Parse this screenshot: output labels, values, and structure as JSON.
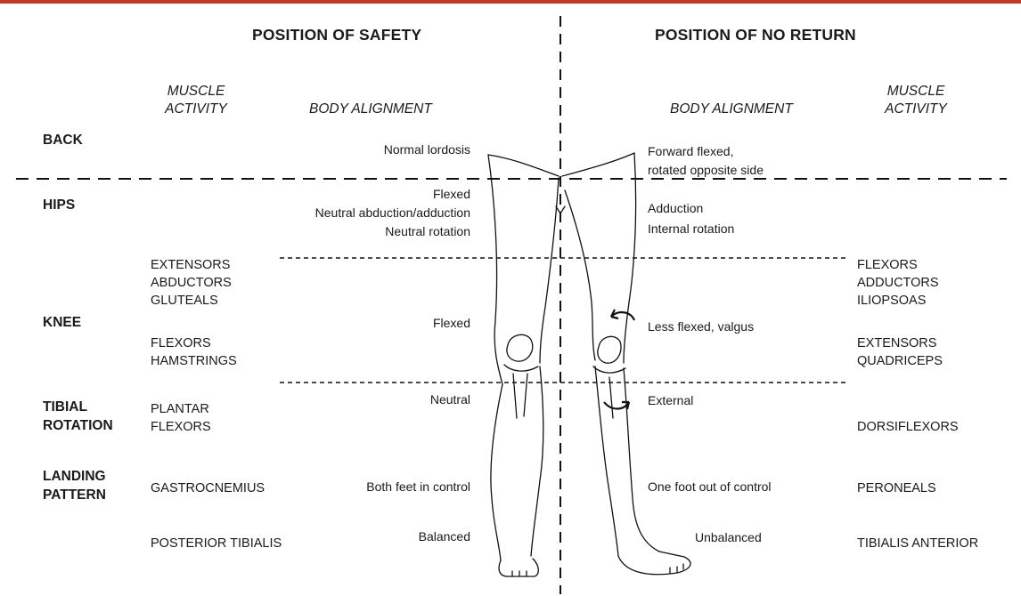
{
  "headers": {
    "safety": "POSITION OF SAFETY",
    "no_return": "POSITION OF NO RETURN"
  },
  "column_heads": {
    "left_muscle": [
      "MUSCLE",
      "ACTIVITY"
    ],
    "left_alignment": "BODY ALIGNMENT",
    "right_alignment": "BODY ALIGNMENT",
    "right_muscle": [
      "MUSCLE",
      "ACTIVITY"
    ]
  },
  "regions": {
    "back": [
      "BACK"
    ],
    "hips": [
      "HIPS"
    ],
    "knee": [
      "KNEE"
    ],
    "tibial": [
      "TIBIAL",
      "ROTATION"
    ],
    "landing": [
      "LANDING",
      "PATTERN"
    ]
  },
  "safety_alignment": {
    "back": [
      "Normal lordosis"
    ],
    "hips": [
      "Flexed",
      "Neutral abduction/adduction",
      "Neutral rotation"
    ],
    "knee": [
      "Flexed"
    ],
    "tibial": [
      "Neutral"
    ],
    "landing_1": [
      "Both feet in control"
    ],
    "landing_2": [
      "Balanced"
    ]
  },
  "no_return_alignment": {
    "back": [
      "Forward flexed,",
      "rotated opposite side"
    ],
    "hips": [
      "Adduction",
      "Internal rotation"
    ],
    "knee": [
      "Less flexed, valgus"
    ],
    "tibial": [
      "External"
    ],
    "landing_1": [
      "One foot out of control"
    ],
    "landing_2": [
      "Unbalanced"
    ]
  },
  "safety_muscles": {
    "knee_upper": [
      "EXTENSORS",
      "ABDUCTORS",
      "GLUTEALS"
    ],
    "knee_lower": [
      "FLEXORS",
      "HAMSTRINGS"
    ],
    "tibial": [
      "PLANTAR",
      "FLEXORS"
    ],
    "landing_1": [
      "GASTROCNEMIUS"
    ],
    "landing_2": [
      "POSTERIOR TIBIALIS"
    ]
  },
  "no_return_muscles": {
    "knee_upper": [
      "FLEXORS",
      "ADDUCTORS",
      "ILIOPSOAS"
    ],
    "knee_lower": [
      "EXTENSORS",
      "QUADRICEPS"
    ],
    "tibial": [
      "DORSIFLEXORS"
    ],
    "landing_1": [
      "PERONEALS"
    ],
    "landing_2": [
      "TIBIALIS ANTERIOR"
    ]
  },
  "accent_color": "#c0392b",
  "icons": [
    "leg-safety-illustration-icon",
    "leg-no-return-illustration-icon",
    "rotation-arrow-icon"
  ]
}
